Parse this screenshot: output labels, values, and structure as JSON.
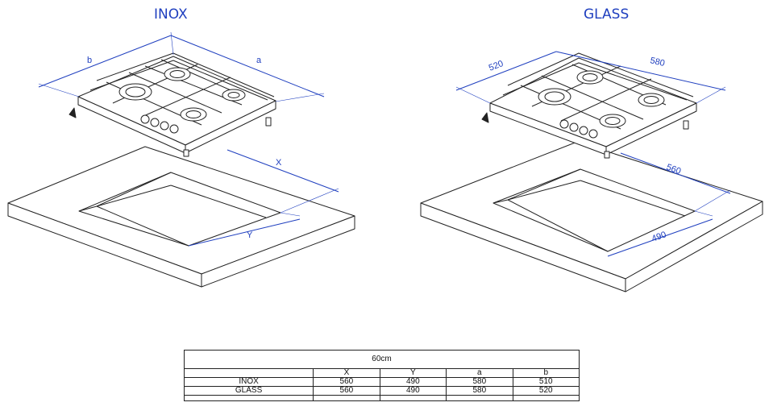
{
  "titles": {
    "inox": "INOX",
    "glass": "GLASS"
  },
  "inox_labels": {
    "b": "b",
    "a": "a",
    "x": "X",
    "y": "Y"
  },
  "glass_labels": {
    "w1": "520",
    "w2": "580",
    "cut_x": "560",
    "cut_y": "490"
  },
  "table": {
    "caption": "60cm",
    "columns": [
      "",
      "X",
      "Y",
      "a",
      "b"
    ],
    "rows": [
      [
        "INOX",
        "560",
        "490",
        "580",
        "510"
      ],
      [
        "GLASS",
        "560",
        "490",
        "580",
        "520"
      ]
    ]
  },
  "colors": {
    "dimension": "#1f3fbf",
    "lines": "#222222"
  }
}
